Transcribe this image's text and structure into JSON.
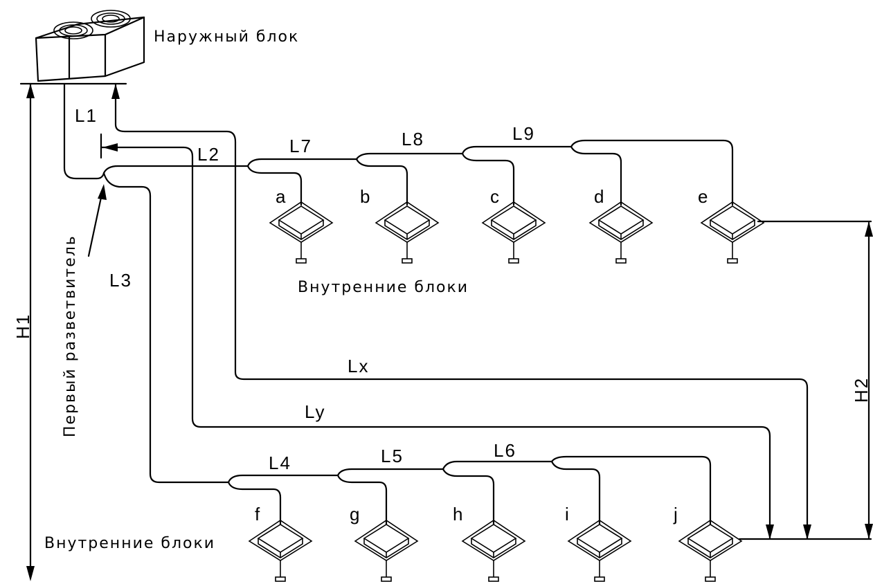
{
  "outdoor_label": "Наружный блок",
  "first_branch_label": "Первый разветвитель",
  "indoor_label_top": "Внутренние блоки",
  "indoor_label_bottom": "Внутренние блоки",
  "pipes": {
    "L1": "L1",
    "L2": "L2",
    "L3": "L3",
    "L4": "L4",
    "L5": "L5",
    "L6": "L6",
    "L7": "L7",
    "L8": "L8",
    "L9": "L9",
    "Lx": "Lx",
    "Ly": "Ly"
  },
  "heights": {
    "H1": "H1",
    "H2": "H2"
  },
  "units_top": [
    "a",
    "b",
    "c",
    "d",
    "e"
  ],
  "units_bottom": [
    "f",
    "g",
    "h",
    "i",
    "j"
  ]
}
